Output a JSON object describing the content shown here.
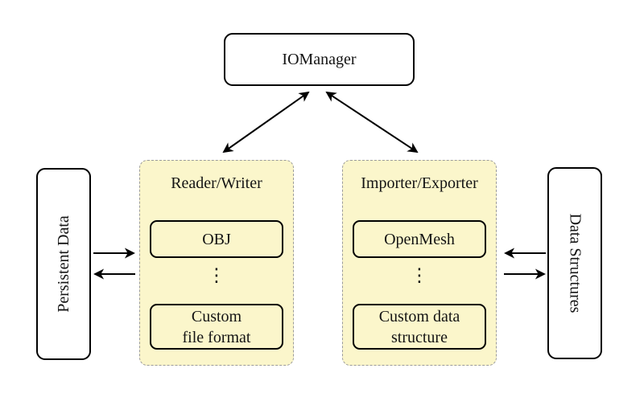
{
  "nodes": {
    "iomanager": {
      "label": "IOManager"
    },
    "persistent_data": {
      "label": "Persistent Data"
    },
    "data_structures": {
      "label": "Data Structures"
    },
    "reader_writer": {
      "title": "Reader/Writer",
      "items": [
        {
          "label": "OBJ"
        },
        {
          "label": "Custom\nfile format"
        }
      ],
      "ellipsis": "⋮"
    },
    "importer_exporter": {
      "title": "Importer/Exporter",
      "items": [
        {
          "label": "OpenMesh"
        },
        {
          "label": "Custom data\nstructure"
        }
      ],
      "ellipsis": "⋮"
    }
  },
  "arrows": [
    {
      "from": "IOManager",
      "to": "Reader/Writer",
      "bidirectional": true
    },
    {
      "from": "IOManager",
      "to": "Importer/Exporter",
      "bidirectional": true
    },
    {
      "from": "Persistent Data",
      "to": "Reader/Writer",
      "bidirectional": false
    },
    {
      "from": "Reader/Writer",
      "to": "Persistent Data",
      "bidirectional": false
    },
    {
      "from": "Data Structures",
      "to": "Importer/Exporter",
      "bidirectional": false
    },
    {
      "from": "Importer/Exporter",
      "to": "Data Structures",
      "bidirectional": false
    }
  ],
  "colors": {
    "background": "#ffffff",
    "node_fill": "#ffffff",
    "node_border": "#000000",
    "group_fill": "#fbf6cb",
    "group_border": "#9b9b9b",
    "arrow": "#000000",
    "text": "#141414"
  }
}
